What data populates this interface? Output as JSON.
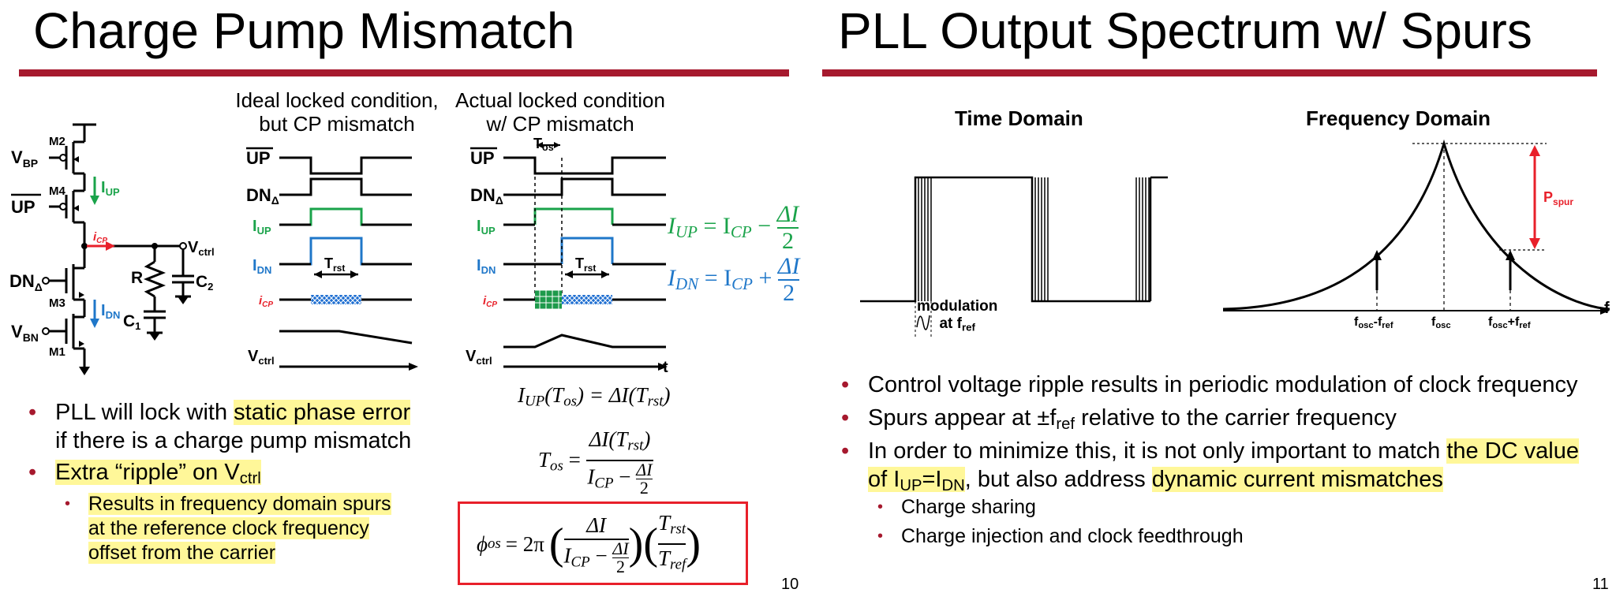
{
  "left": {
    "title": "Charge Pump Mismatch",
    "page_number": "10",
    "circuit": {
      "m2": "M2",
      "m4": "M4",
      "m3": "M3",
      "m1": "M1",
      "vbp": "V",
      "vbp_sub": "BP",
      "up": "UP",
      "dn": "DN",
      "dn_sub": "Δ",
      "vbn": "V",
      "vbn_sub": "BN",
      "iup": "I",
      "iup_sub": "UP",
      "idn": "I",
      "idn_sub": "DN",
      "icp": "i",
      "icp_sub": "CP",
      "vctrl": "V",
      "vctrl_sub": "ctrl",
      "r": "R",
      "c1": "C",
      "c1_sub": "1",
      "c2": "C",
      "c2_sub": "2"
    },
    "ideal": {
      "caption_line1": "Ideal locked condition,",
      "caption_line2": "but CP mismatch",
      "trst": "T",
      "trst_sub": "rst"
    },
    "actual": {
      "caption_line1": "Actual locked condition",
      "caption_line2": "w/ CP mismatch",
      "tos": "T",
      "tos_sub": "os",
      "trst": "T",
      "trst_sub": "rst"
    },
    "signal_labels": {
      "up": "UP",
      "dn": "DN",
      "dn_sub": "Δ",
      "iup": "I",
      "iup_sub": "UP",
      "idn": "I",
      "idn_sub": "DN",
      "icp": "i",
      "icp_sub": "CP",
      "vctrl": "V",
      "vctrl_sub": "ctrl",
      "t": "t"
    },
    "equations": {
      "iup_lhs": "I",
      "iup_lhs_sub": "UP",
      "iup_rhs_a": "= I",
      "iup_rhs_a_sub": "CP",
      "iup_op": "−",
      "idn_lhs": "I",
      "idn_lhs_sub": "DN",
      "idn_rhs_a": "= I",
      "idn_rhs_a_sub": "CP",
      "idn_op": "+",
      "frac_num": "ΔI",
      "frac_den": "2",
      "eq1": "I",
      "eq1_sub": "UP",
      "eq1_rest": "(T",
      "eq1_sub2": "os",
      "eq1_mid": ") = ΔI(T",
      "eq1_sub3": "rst",
      "eq1_end": ")",
      "tos_lhs": "T",
      "tos_lhs_sub": "os",
      "eq_sign": "=",
      "tos_num": "ΔI(T",
      "tos_num_sub": "rst",
      "tos_num_end": ")",
      "tos_den_a": "I",
      "tos_den_a_sub": "CP",
      "tos_den_op": "−",
      "phi_lhs": "ϕ",
      "phi_lhs_sub": "os",
      "phi_coef": "= 2π",
      "phi_num": "ΔI",
      "phi_den_a": "I",
      "phi_den_a_sub": "CP",
      "phi_den_op": "−",
      "phi_t_num": "T",
      "phi_t_num_sub": "rst",
      "phi_t_den": "T",
      "phi_t_den_sub": "ref"
    },
    "bullets": {
      "b1_pre": "PLL will lock with ",
      "b1_hl": "static phase error",
      "b1_line2": "if there is a charge pump mismatch",
      "b2_pre": "Extra “ripple” on V",
      "b2_sub": "ctrl",
      "sub_line1": "Results in frequency domain spurs",
      "sub_line2": "at the reference clock frequency",
      "sub_line3": "offset from the carrier"
    }
  },
  "right": {
    "title": "PLL Output Spectrum w/ Spurs",
    "page_number": "11",
    "time_domain_title": "Time Domain",
    "freq_domain_title": "Frequency Domain",
    "modulation_line1": "modulation",
    "modulation_line2": "at f",
    "modulation_sub": "ref",
    "pspur": "P",
    "pspur_sub": "spur",
    "f_axis": "f",
    "fosc_minus": "f",
    "fosc_minus_sub": "osc",
    "fosc_minus_rest": "-f",
    "fosc_minus_sub2": "ref",
    "fosc": "f",
    "fosc_sub": "osc",
    "fosc_plus": "f",
    "fosc_plus_sub": "osc",
    "fosc_plus_rest": "+f",
    "fosc_plus_sub2": "ref",
    "bullets": {
      "b1": "Control voltage ripple results in periodic modulation of clock frequency",
      "b2_pre": "Spurs appear at ±f",
      "b2_sub": "ref",
      "b2_post": " relative to the carrier frequency",
      "b3_pre": "In order to minimize this, it is not only important to match ",
      "b3_hl1": "the DC value",
      "b3_hl2a": "of I",
      "b3_hl2_sub1": "UP",
      "b3_hl2b": "=I",
      "b3_hl2_sub2": "DN",
      "b3_mid": ", but also address ",
      "b3_hl3": "dynamic current mismatches",
      "s1": "Charge sharing",
      "s2": "Charge injection and clock feedthrough"
    }
  },
  "colors": {
    "accent": "#a6192e",
    "highlight": "#fff799",
    "green": "#1aa34a",
    "blue": "#1f77c9",
    "red": "#e8202a",
    "hatch_blue": "#1f6fd1",
    "hatch_green": "#1d9a4b"
  }
}
